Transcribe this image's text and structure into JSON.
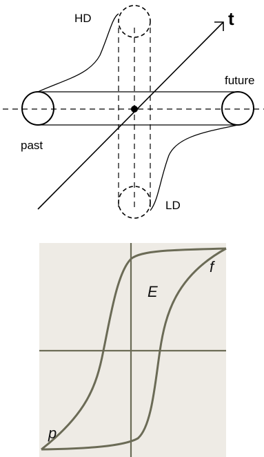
{
  "top_diagram": {
    "labels": {
      "hd": "HD",
      "t": "t",
      "future": "future",
      "past": "past",
      "ld": "LD"
    }
  },
  "bottom_diagram": {
    "labels": {
      "f": "f",
      "e": "E",
      "p": "p"
    },
    "colors": {
      "background": "#eeebe5",
      "curve": "#6b6b56",
      "axes": "#6b6b56"
    }
  }
}
